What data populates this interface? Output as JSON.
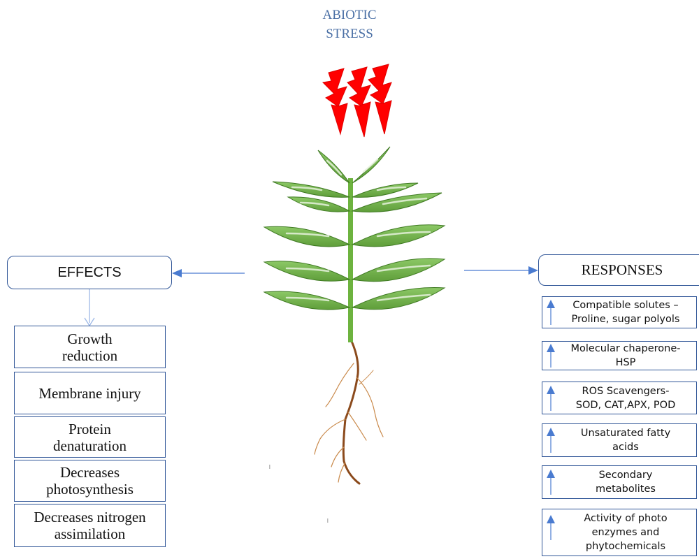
{
  "title": {
    "line1": "ABIOTIC",
    "line2": "STRESS"
  },
  "icons": {
    "stress": "lightning-bolt-icon",
    "increase": "up-arrow-icon",
    "plant": "plant-illustration"
  },
  "colors": {
    "title": "#4a6fa5",
    "bolt": "#ff0000",
    "border": "#2f5597",
    "arrow": "#4a7bd0",
    "leaf": "#70ad47",
    "stem": "#6db33f",
    "root": "#8b4a1c"
  },
  "effects": {
    "header": "EFFECTS",
    "items": [
      {
        "line1": "Growth",
        "line2": "reduction"
      },
      {
        "line1": "Membrane injury",
        "line2": ""
      },
      {
        "line1": "Protein",
        "line2": "denaturation"
      },
      {
        "line1": "Decreases",
        "line2": "photosynthesis"
      },
      {
        "line1": "Decreases nitrogen",
        "line2": "assimilation"
      }
    ]
  },
  "responses": {
    "header": "RESPONSES",
    "items": [
      {
        "lines": [
          "Compatible solutes –",
          "Proline, sugar polyols"
        ]
      },
      {
        "lines": [
          "Molecular chaperone-",
          "HSP"
        ]
      },
      {
        "lines": [
          "ROS Scavengers-",
          "SOD, CAT,APX, POD"
        ]
      },
      {
        "lines": [
          "Unsaturated fatty",
          "acids"
        ]
      },
      {
        "lines": [
          "Secondary",
          "metabolites"
        ]
      },
      {
        "lines": [
          "Activity of photo",
          "enzymes and",
          "phytochemicals"
        ]
      }
    ]
  }
}
